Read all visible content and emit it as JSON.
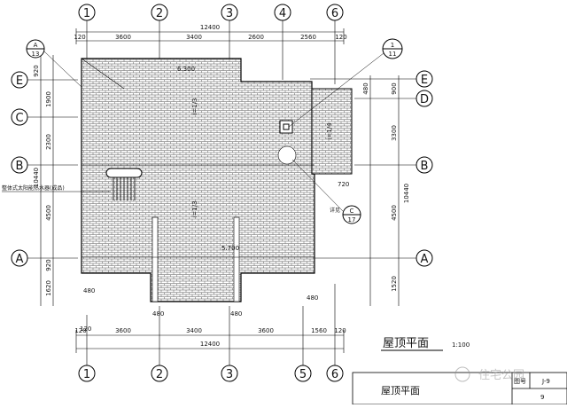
{
  "drawing_title": "屋顶平面",
  "drawing_scale": "1:100",
  "title_block": {
    "sheet_label": "屋顶平面",
    "sheet_no_label": "图号",
    "sheet_no": "J-9",
    "page_no": "9"
  },
  "watermark": "住宅公园",
  "axes_top": [
    "1",
    "2",
    "3",
    "4",
    "6"
  ],
  "axes_bottom": [
    "1",
    "2",
    "3",
    "5",
    "6"
  ],
  "axes_left": [
    "E",
    "C",
    "B",
    "A"
  ],
  "axes_right": [
    "E",
    "D",
    "B",
    "A"
  ],
  "dims_top_total": "12400",
  "dims_top": [
    "3600",
    "3400",
    "2600",
    "2560"
  ],
  "dims_top_edge": "120",
  "dims_bottom_total": "12400",
  "dims_bottom": [
    "3600",
    "3400",
    "3600",
    "1560"
  ],
  "dims_bottom_edge": "120",
  "dims_left": [
    "1900",
    "2300",
    "4500",
    "920",
    "1620"
  ],
  "dims_left_top": "920",
  "dims_left_total": "10440",
  "dims_right": [
    "900",
    "3300",
    "4500",
    "1520"
  ],
  "dims_right_top": "480",
  "dims_right_total": "10440",
  "dims_misc": [
    "480",
    "480",
    "480",
    "720",
    "480",
    "120",
    "120"
  ],
  "callout_a": {
    "top": "A",
    "bottom": "13"
  },
  "callout_1": {
    "top": "1",
    "bottom": "11"
  },
  "callout_c": {
    "top": "C",
    "bottom": "17"
  },
  "elevations": [
    "6.300",
    "5.700"
  ],
  "slopes": [
    "i=1/3",
    "i=1/3",
    "i=1/4"
  ],
  "note_left": "整体式太阳能热水器(成品)",
  "note_right": "详见"
}
